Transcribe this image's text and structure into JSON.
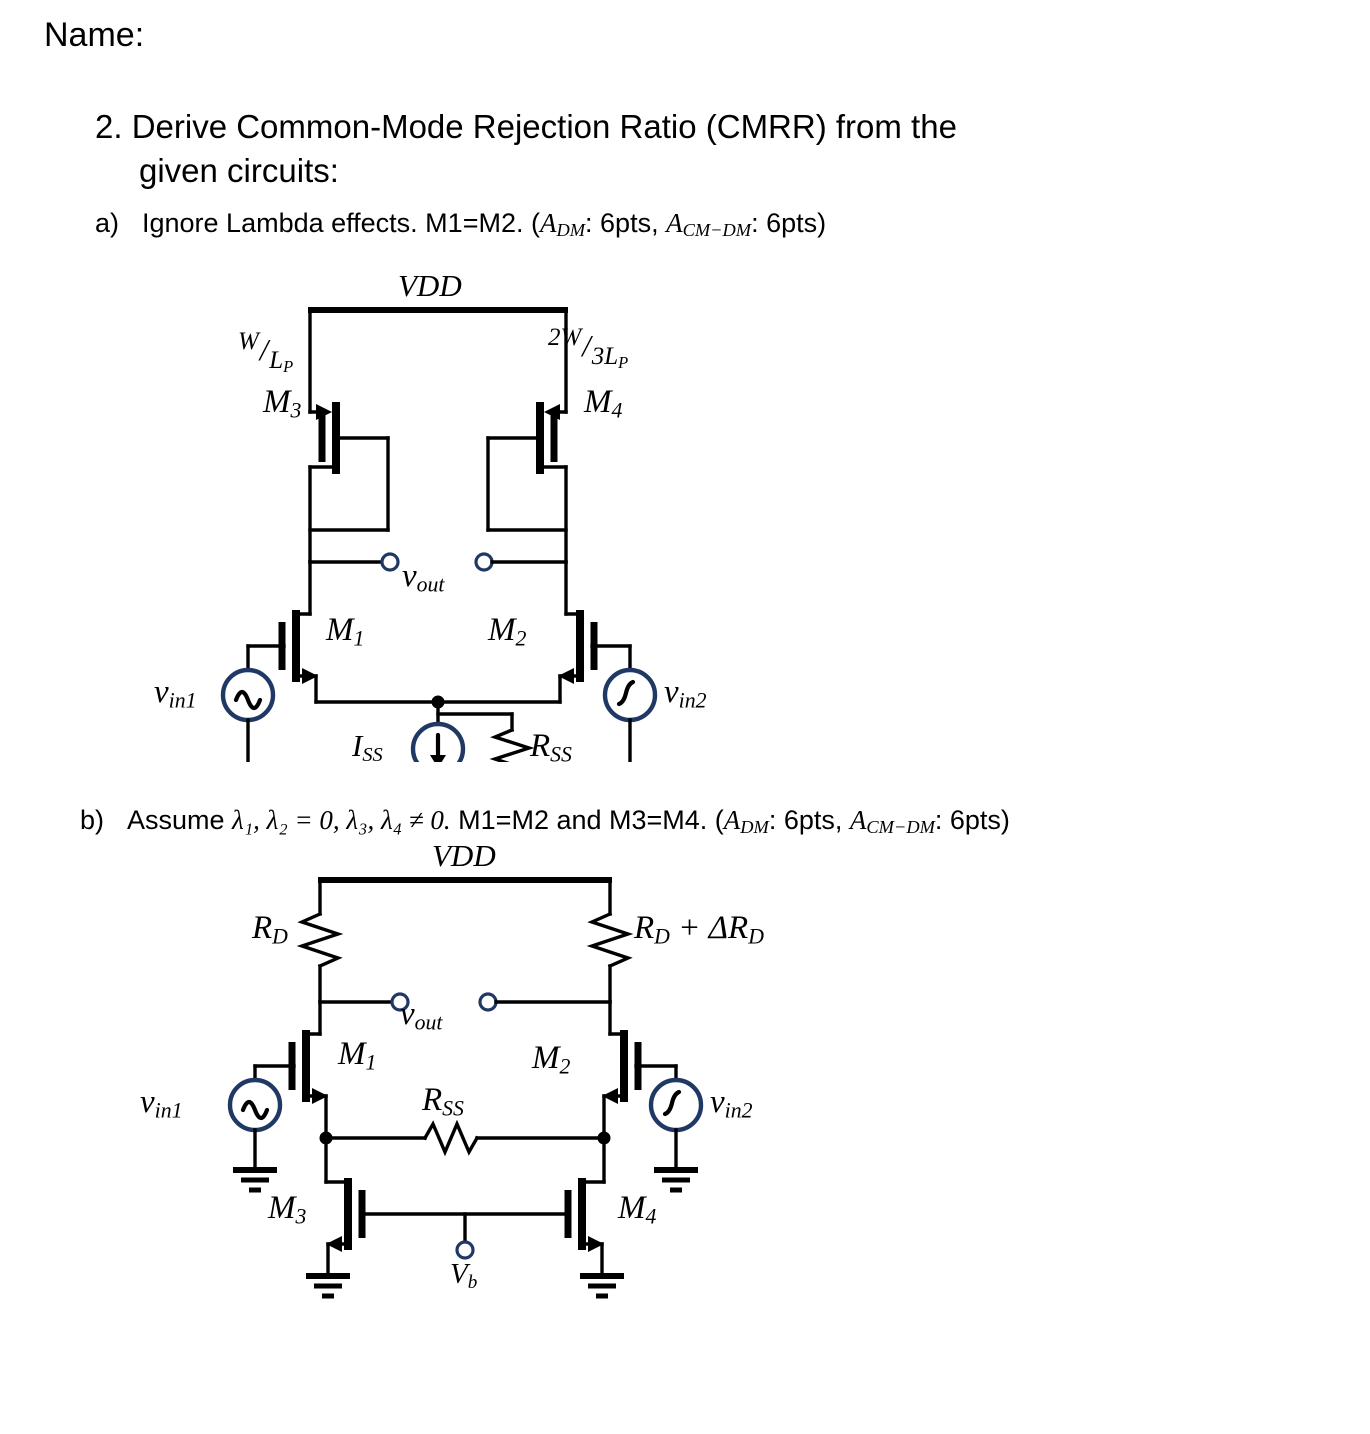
{
  "document": {
    "name_field_label": "Name:",
    "question": {
      "number": "2.",
      "line1": "2. Derive Common-Mode Rejection Ratio (CMRR) from the",
      "line2": "given circuits:"
    },
    "parts": [
      {
        "marker": "a)",
        "text": "Ignore Lambda effects. M1=M2. (A_DM: 6pts, A_CM-DM: 6pts)",
        "prefix": "Ignore Lambda effects. M1=M2. (",
        "gain1_sym": "A",
        "gain1_sub": "DM",
        "gain1_pts": ": 6pts, ",
        "gain2_sym": "A",
        "gain2_sub": "CM−DM",
        "gain2_pts": ": 6pts)"
      },
      {
        "marker": "b)",
        "prefix": "Assume ",
        "lambda_cond": "λ₁, λ₂ = 0, λ₃, λ₄ ≠ 0.",
        "match_cond": " M1=M2 and M3=M4. (",
        "gain1_sym": "A",
        "gain1_sub": "DM",
        "gain1_pts": ": 6pts, ",
        "gain2_sym": "A",
        "gain2_sub": "CM−DM",
        "gain2_pts": ": 6pts)"
      }
    ]
  },
  "circuit_a": {
    "title": "NMOS differential pair with diode-connected PMOS loads",
    "supply_label": "VDD",
    "devices": [
      {
        "id": "M3",
        "label_base": "M",
        "label_sub": "3",
        "type": "PMOS",
        "size_num": "W",
        "size_den": "L",
        "size_den_sub": "P"
      },
      {
        "id": "M4",
        "label_base": "M",
        "label_sub": "4",
        "type": "PMOS",
        "size_num": "2W",
        "size_den": "3L",
        "size_den_sub": "P"
      },
      {
        "id": "M1",
        "label_base": "M",
        "label_sub": "1",
        "type": "NMOS"
      },
      {
        "id": "M2",
        "label_base": "M",
        "label_sub": "2",
        "type": "NMOS"
      }
    ],
    "output_label_base": "v",
    "output_label_sub": "out",
    "source_left_base": "v",
    "source_left_sub": "in1",
    "source_right_base": "v",
    "source_right_sub": "in2",
    "tail_current_base": "I",
    "tail_current_sub": "SS",
    "tail_res_base": "R",
    "tail_res_sub": "SS"
  },
  "circuit_b": {
    "title": "NMOS differential pair with resistive loads and split tail sources",
    "supply_label": "VDD",
    "load_left_base": "R",
    "load_left_sub": "D",
    "load_right_text": "R_D + ΔR_D",
    "load_right_base": "R",
    "load_right_sub": "D",
    "load_right_plus": " + ΔR",
    "load_right_sub2": "D",
    "devices": [
      {
        "id": "M1",
        "label_base": "M",
        "label_sub": "1",
        "type": "NMOS"
      },
      {
        "id": "M2",
        "label_base": "M",
        "label_sub": "2",
        "type": "NMOS"
      },
      {
        "id": "M3",
        "label_base": "M",
        "label_sub": "3",
        "type": "NMOS"
      },
      {
        "id": "M4",
        "label_base": "M",
        "label_sub": "4",
        "type": "NMOS"
      }
    ],
    "output_label_base": "v",
    "output_label_sub": "out",
    "source_left_base": "v",
    "source_left_sub": "in1",
    "source_right_base": "v",
    "source_right_sub": "in2",
    "tail_res_base": "R",
    "tail_res_sub": "SS",
    "bias_label_base": "V",
    "bias_label_sub": "b"
  },
  "colors": {
    "ink": "#000000",
    "terminal_ring": "#1f3864",
    "page_background": "#ffffff"
  }
}
